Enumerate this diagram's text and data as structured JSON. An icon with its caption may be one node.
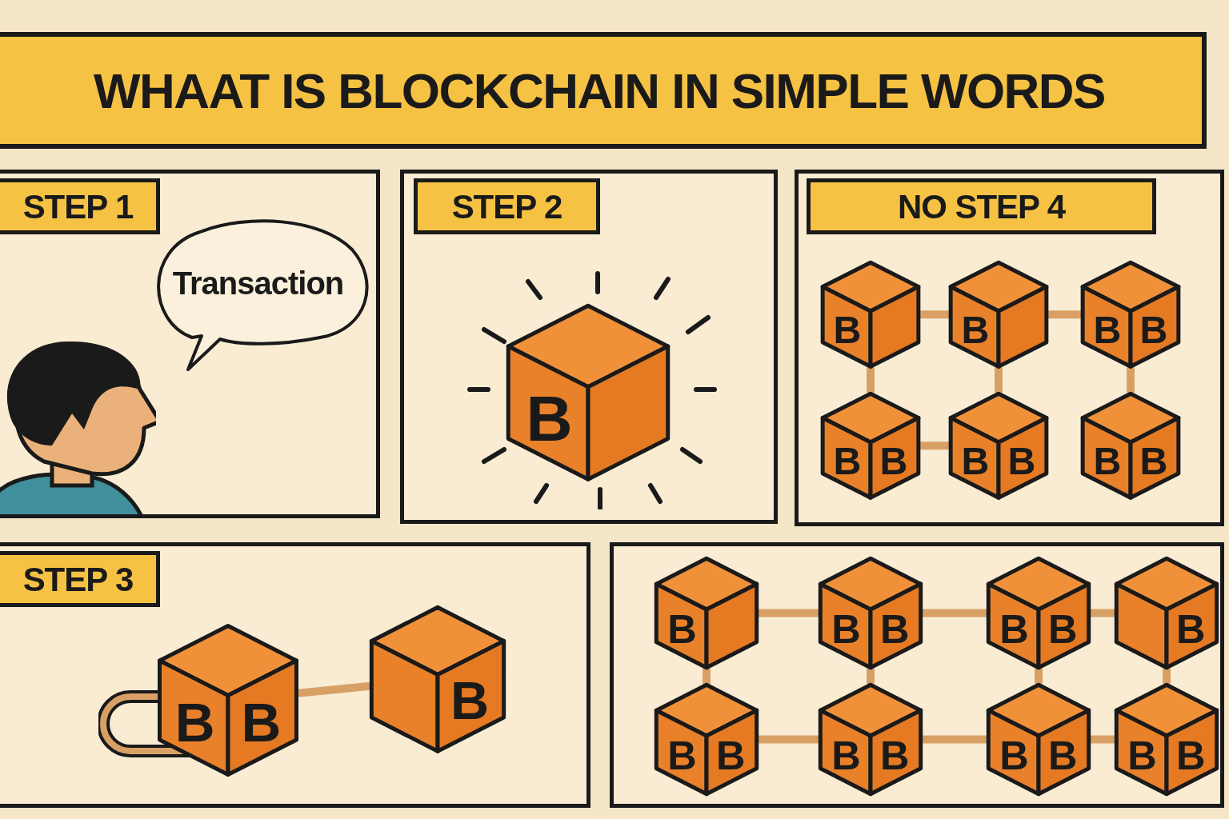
{
  "diagram": {
    "title": "WHAAT IS BLOCKCHAIN IN SIMPLE WORDS",
    "nodes": [
      {
        "text": [
          "STEP 1"
        ]
      },
      {
        "text": [
          "Transaction"
        ],
        "in": 0
      },
      {
        "text": [
          "STEP 2"
        ]
      },
      {
        "text": [
          "B"
        ],
        "in": 2
      },
      {
        "text": [
          "NO STEP 4"
        ]
      },
      {
        "text": [
          "B"
        ],
        "in": 4
      },
      {
        "text": [
          "B"
        ],
        "in": 4
      },
      {
        "text": [
          "B",
          "B"
        ],
        "in": 4
      },
      {
        "text": [
          "B",
          "B"
        ],
        "in": 4
      },
      {
        "text": [
          "B",
          "B"
        ],
        "in": 4
      },
      {
        "text": [
          "B",
          "B"
        ],
        "in": 4
      },
      {
        "text": [
          "STEP 3"
        ]
      },
      {
        "text": [
          "B",
          "B"
        ],
        "in": 11
      },
      {
        "text": [
          "B"
        ],
        "in": 11
      },
      {
        "text": [],
        "shape": "box"
      },
      {
        "text": [
          "B"
        ],
        "in": 14
      },
      {
        "text": [
          "B",
          "B"
        ],
        "in": 14
      },
      {
        "text": [
          "B",
          "B"
        ],
        "in": 14
      },
      {
        "text": [
          "B"
        ],
        "in": 14
      },
      {
        "text": [
          "B",
          "B"
        ],
        "in": 14
      },
      {
        "text": [
          "B",
          "B"
        ],
        "in": 14
      },
      {
        "text": [
          "B",
          "B"
        ],
        "in": 14
      },
      {
        "text": [
          "B",
          "B"
        ],
        "in": 14
      }
    ],
    "edges": [
      {
        "from": 5,
        "to": 6,
        "arrow": "none"
      },
      {
        "from": 6,
        "to": 7,
        "arrow": "none"
      },
      {
        "from": 5,
        "to": 8,
        "arrow": "none"
      },
      {
        "from": 6,
        "to": 9,
        "arrow": "none"
      },
      {
        "from": 7,
        "to": 10,
        "arrow": "none"
      },
      {
        "from": 8,
        "to": 9,
        "arrow": "none"
      },
      {
        "from": 12,
        "to": 13,
        "arrow": "none"
      },
      {
        "from": 15,
        "to": 16,
        "arrow": "none"
      },
      {
        "from": 16,
        "to": 17,
        "arrow": "none"
      },
      {
        "from": 17,
        "to": 18,
        "arrow": "none"
      },
      {
        "from": 15,
        "to": 19,
        "arrow": "none"
      },
      {
        "from": 16,
        "to": 20,
        "arrow": "none"
      },
      {
        "from": 17,
        "to": 21,
        "arrow": "none"
      },
      {
        "from": 18,
        "to": 22,
        "arrow": "none"
      },
      {
        "from": 19,
        "to": 20,
        "arrow": "none"
      },
      {
        "from": 20,
        "to": 21,
        "arrow": "none"
      },
      {
        "from": 21,
        "to": 22,
        "arrow": "none"
      }
    ]
  }
}
